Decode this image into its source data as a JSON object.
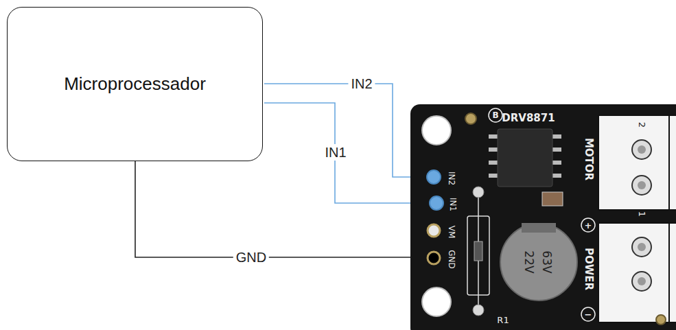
{
  "diagram": {
    "nodes": [
      {
        "text": [
          "Microprocessador"
        ]
      }
    ],
    "labels": [
      "IN2",
      "IN1",
      "GND",
      "DRV8871",
      "MOTOR",
      "POWER",
      "2",
      "1",
      "IN2",
      "IN1",
      "VM",
      "GND",
      "22V",
      "63V",
      "R1",
      "B",
      "+",
      "−"
    ]
  }
}
